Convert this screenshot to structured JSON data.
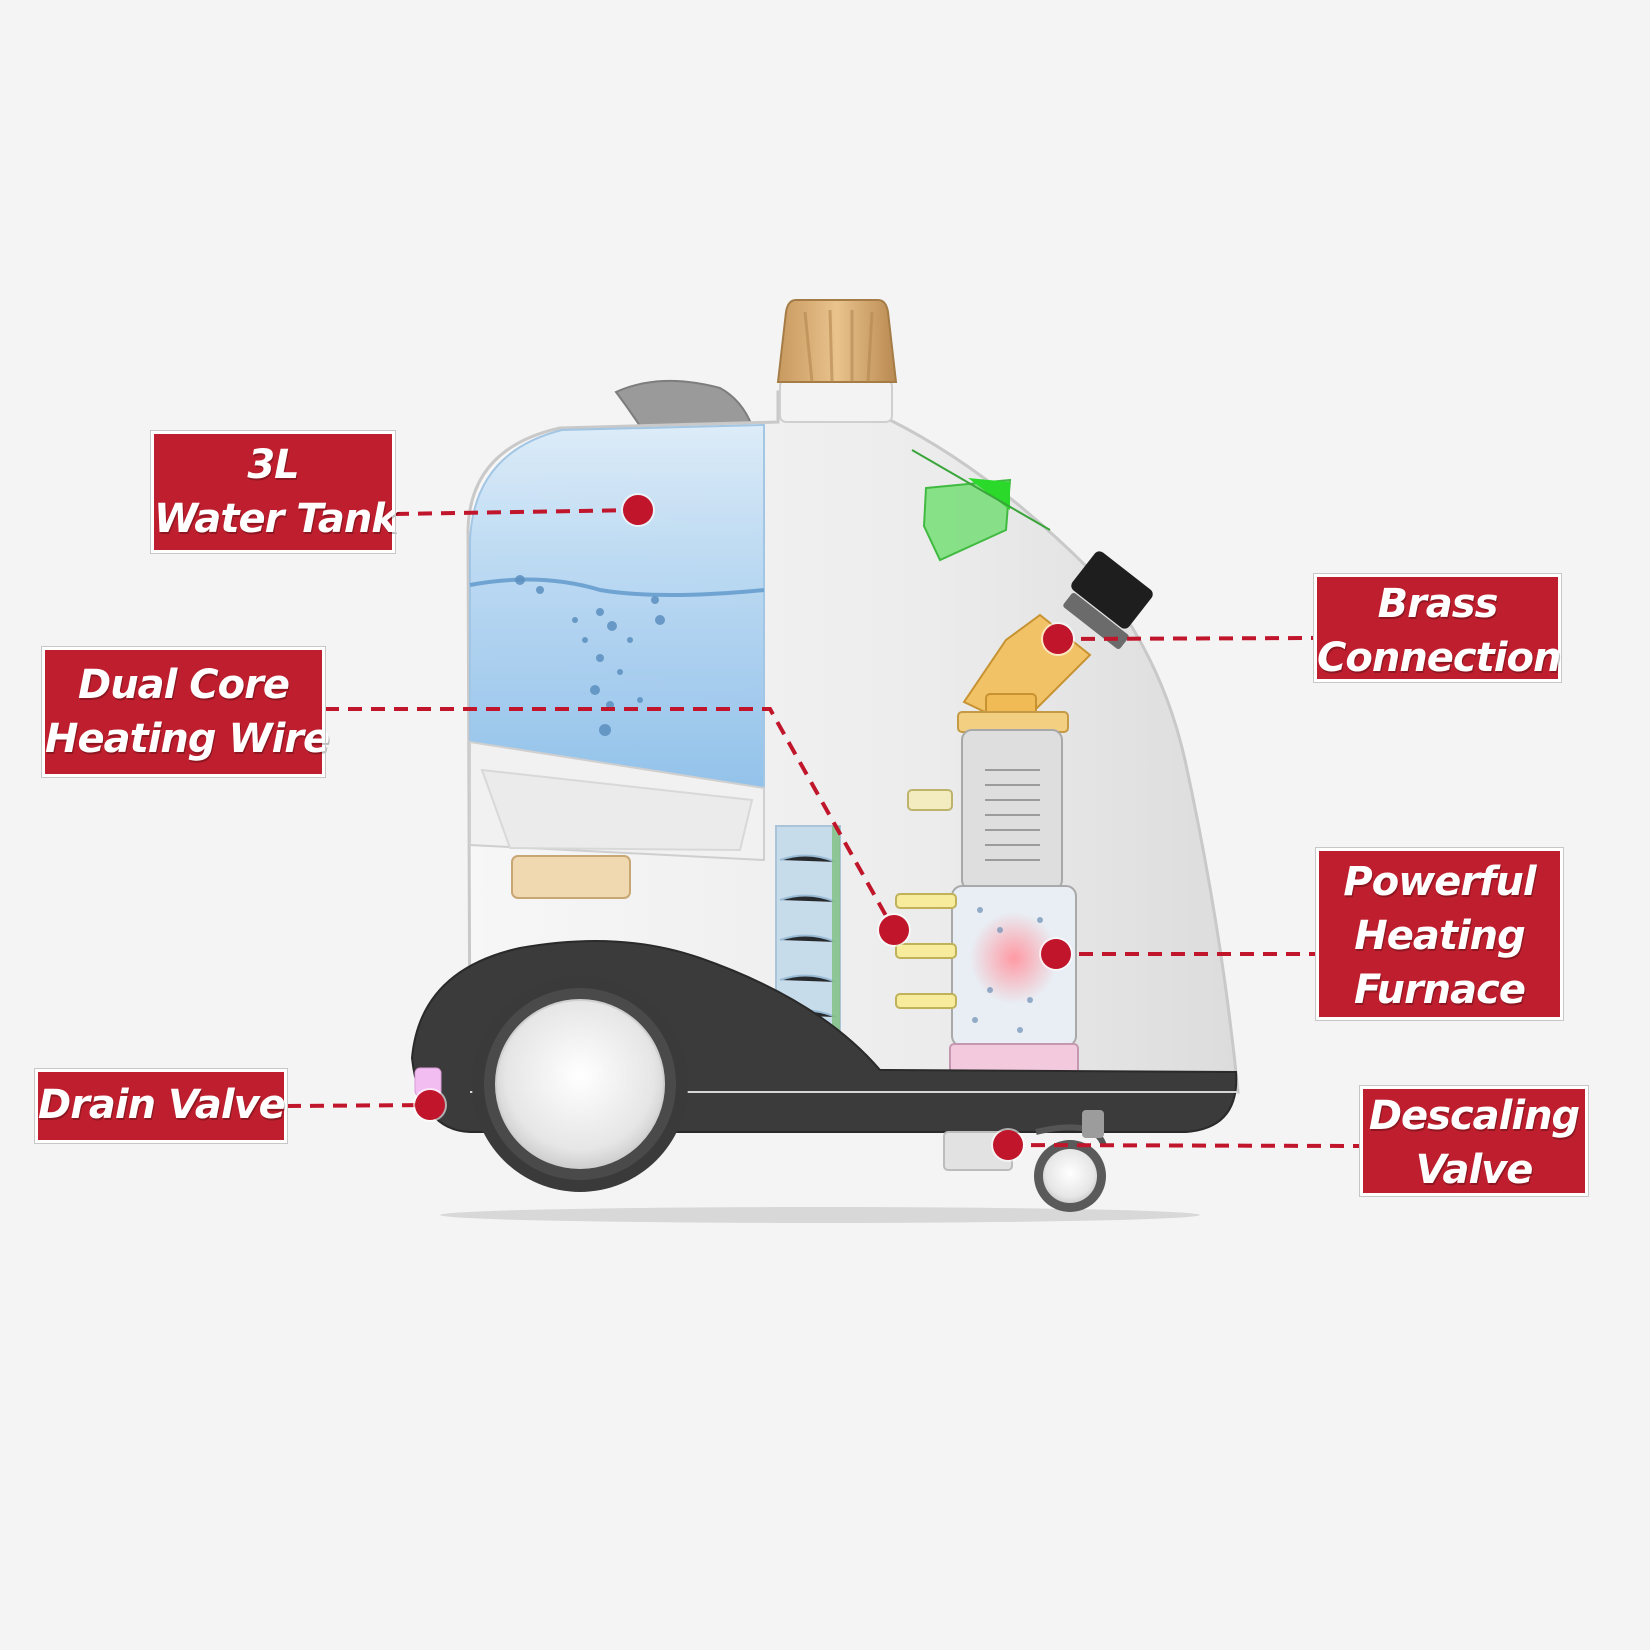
{
  "colors": {
    "background": "#f4f4f4",
    "label_fill": "#be1e2d",
    "label_text": "#ffffff",
    "pointer": "#c0152a",
    "water": "#a8d0f0"
  },
  "callouts": [
    {
      "id": "water-tank",
      "lines": [
        "3L",
        "Water Tank"
      ]
    },
    {
      "id": "dual-core-heating-wire",
      "lines": [
        "Dual Core",
        "Heating Wire"
      ]
    },
    {
      "id": "drain-valve",
      "lines": [
        "Drain Valve"
      ]
    },
    {
      "id": "brass-connection",
      "lines": [
        "Brass",
        "Connection"
      ]
    },
    {
      "id": "heating-furnace",
      "lines": [
        "Powerful",
        "Heating",
        "Furnace"
      ]
    },
    {
      "id": "descaling-valve",
      "lines": [
        "Descaling",
        "Valve"
      ]
    }
  ]
}
